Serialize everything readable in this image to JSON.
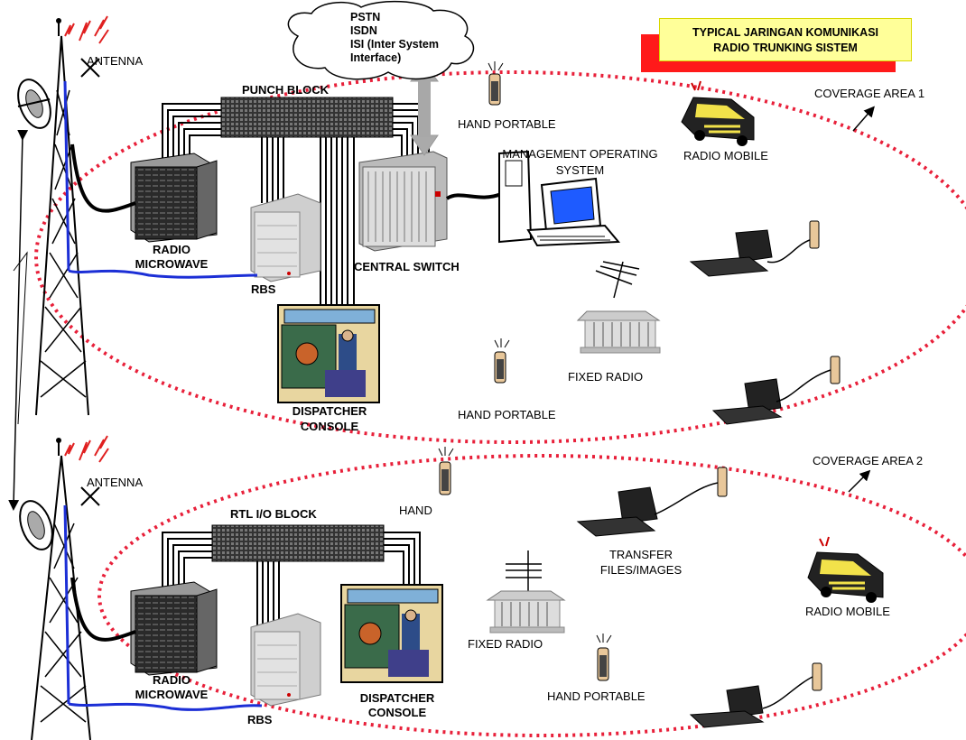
{
  "title": {
    "line1": "TYPICAL  JARINGAN KOMUNIKASI",
    "line2": "RADIO TRUNKING SISTEM"
  },
  "cloud": {
    "line1": "PSTN",
    "line2": "ISDN",
    "line3": "ISI (Inter System",
    "line4": "Interface)"
  },
  "area1": {
    "antenna": "ANTENNA",
    "punch_block": "PUNCH BLOCK",
    "radio_microwave_1": "RADIO",
    "radio_microwave_2": "MICROWAVE",
    "rbs": "RBS",
    "central_switch": "CENTRAL SWITCH",
    "dispatcher_1": "DISPATCHER",
    "dispatcher_2": "CONSOLE",
    "hand_portable_top": "HAND PORTABLE",
    "hand_portable_mid": "HAND PORTABLE",
    "mos_1": "MANAGEMENT OPERATING",
    "mos_2": "SYSTEM",
    "radio_mobile": "RADIO MOBILE",
    "fixed_radio": "FIXED RADIO",
    "coverage": "COVERAGE AREA 1"
  },
  "area2": {
    "antenna": "ANTENNA",
    "rtl_block": "RTL I/O BLOCK",
    "hand": "HAND",
    "transfer_1": "TRANSFER",
    "transfer_2": "FILES/IMAGES",
    "radio_mobile": "RADIO MOBILE",
    "fixed_radio": "FIXED RADIO",
    "hand_portable": "HAND PORTABLE",
    "radio_microwave_1": "RADIO",
    "radio_microwave_2": "MICROWAVE",
    "rbs": "RBS",
    "dispatcher_1": "DISPATCHER",
    "dispatcher_2": "CONSOLE",
    "coverage": "COVERAGE AREA 2"
  },
  "colors": {
    "coverage_boundary": "#e8203a",
    "title_shadow": "#ff1a1a",
    "title_fill": "#ffff99",
    "coax": "#1c2fd6",
    "monitor": "#1e5bff"
  }
}
